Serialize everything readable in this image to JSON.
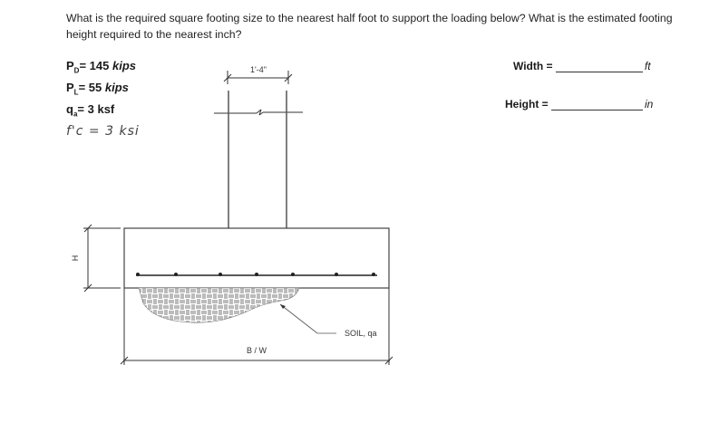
{
  "question": {
    "text": "What is the required square footing size to the nearest half foot to support the loading below? What is the estimated footing height required to the nearest inch?"
  },
  "given": {
    "dead_load": {
      "label": "P",
      "sub": "D",
      "value": "= 145",
      "unit": "kips"
    },
    "live_load": {
      "label": "P",
      "sub": "L",
      "value": "= 55",
      "unit": "kips"
    },
    "allowable_soil": {
      "label": "q",
      "sub": "a",
      "value": "= 3",
      "unit": "ksf"
    },
    "concrete_strength": {
      "text": "f'c = 3 ksi"
    }
  },
  "answers": {
    "width": {
      "label": "Width =",
      "unit": "ft"
    },
    "height": {
      "label": "Height =",
      "unit": "in"
    }
  },
  "diagram": {
    "column_width_label": "1'-4\"",
    "height_label": "H",
    "soil_label": "SOIL, qa",
    "base_label": "B / W"
  }
}
